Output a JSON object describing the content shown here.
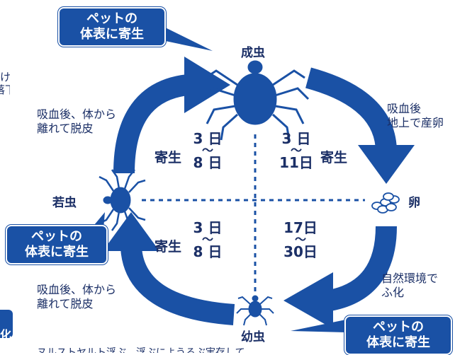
{
  "callouts": {
    "top": [
      "ペットの",
      "体表に寄生"
    ],
    "left": [
      "ペットの",
      "体表に寄生"
    ],
    "bottom": [
      "ペットの",
      "体表に寄生"
    ]
  },
  "stages": {
    "adult": "成虫",
    "egg": "卵",
    "larva": "幼虫",
    "nymph": "若虫"
  },
  "transitions": {
    "adult_to_egg": [
      "吸血後",
      "地上で産卵"
    ],
    "egg_to_larva": [
      "自然環境で",
      "ふ化"
    ],
    "larva_to_nymph": [
      "吸血後、体から",
      "離れて脱皮"
    ],
    "nymph_to_adult": [
      "吸血後、体から",
      "離れて脱皮"
    ]
  },
  "durations": {
    "upper_left": {
      "from": "3",
      "unit_from": "日",
      "tilde": "～",
      "to": "8",
      "unit_to": "日",
      "tag": "寄生"
    },
    "upper_right": {
      "from": "3",
      "unit_from": "日",
      "tilde": "～",
      "to": "11",
      "unit_to": "日",
      "tag": "寄生"
    },
    "lower_left": {
      "from": "3",
      "unit_from": "日",
      "tilde": "～",
      "to": "8",
      "unit_to": "日",
      "tag": "寄生"
    },
    "lower_right": {
      "from": "17日",
      "tilde": "～",
      "to": "30日"
    }
  },
  "edge_fragments": {
    "left_top": [
      "け",
      "落下"
    ],
    "left_bottom": "化",
    "bottom_cut": "ヌルストヤルト浮ぶ、浮ぶにようろぶ実存して"
  },
  "colors": {
    "arrow": "#1a51a5",
    "text": "#1b2f66",
    "callout_bg": "#1a51a5"
  }
}
